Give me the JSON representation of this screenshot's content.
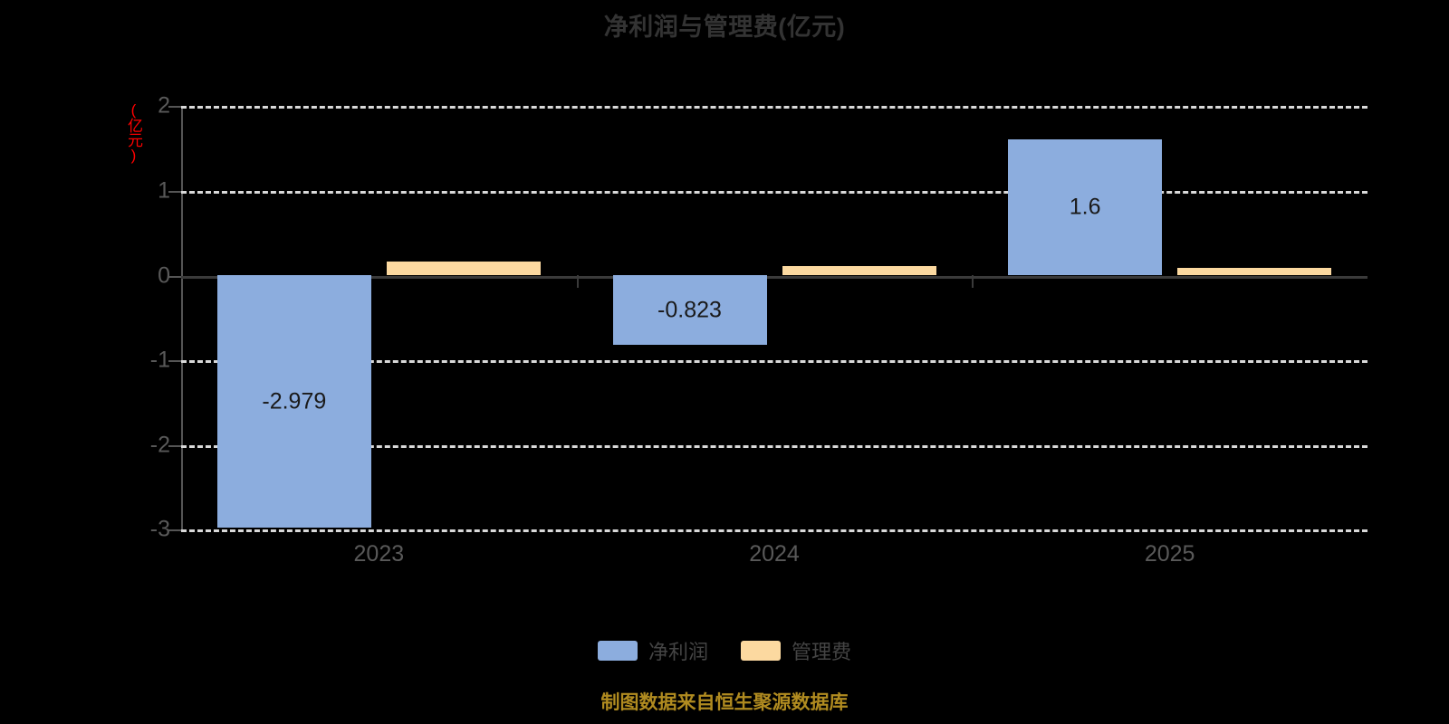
{
  "chart_data": {
    "type": "bar",
    "title": "净利润与管理费(亿元)",
    "xlabel": "",
    "ylabel": "(亿元)",
    "ylim": [
      -3,
      2
    ],
    "yticks": [
      2,
      1,
      0,
      -1,
      -2,
      -3
    ],
    "ytick_labels": [
      "2",
      "1",
      "0",
      "-1",
      "-2",
      "-3"
    ],
    "grid": true,
    "legend_position": "bottom",
    "categories": [
      "2023",
      "2024",
      "2025"
    ],
    "series": [
      {
        "name": "净利润",
        "color": "#8cadde",
        "values": [
          -2.979,
          -0.823,
          1.6
        ],
        "labels": [
          "-2.979",
          "-0.823",
          "1.6"
        ]
      },
      {
        "name": "管理费",
        "color": "#fcd9a0",
        "values": [
          0.16,
          0.11,
          0.09
        ],
        "labels": [
          "",
          "",
          ""
        ]
      }
    ],
    "note": "制图数据来自恒生聚源数据库"
  },
  "colors": {
    "background": "#000000",
    "title": "#333333",
    "axis": "#555555",
    "gridline": "#d9d9d9",
    "zero_line": "#3a3a3a",
    "tick_label": "#595959",
    "axis_title": "#ff0000",
    "bar_label": "#1a1a1a",
    "legend_text": "#444444",
    "note": "#b08b20",
    "series_net_profit": "#8cadde",
    "series_admin_expense": "#fcd9a0"
  }
}
